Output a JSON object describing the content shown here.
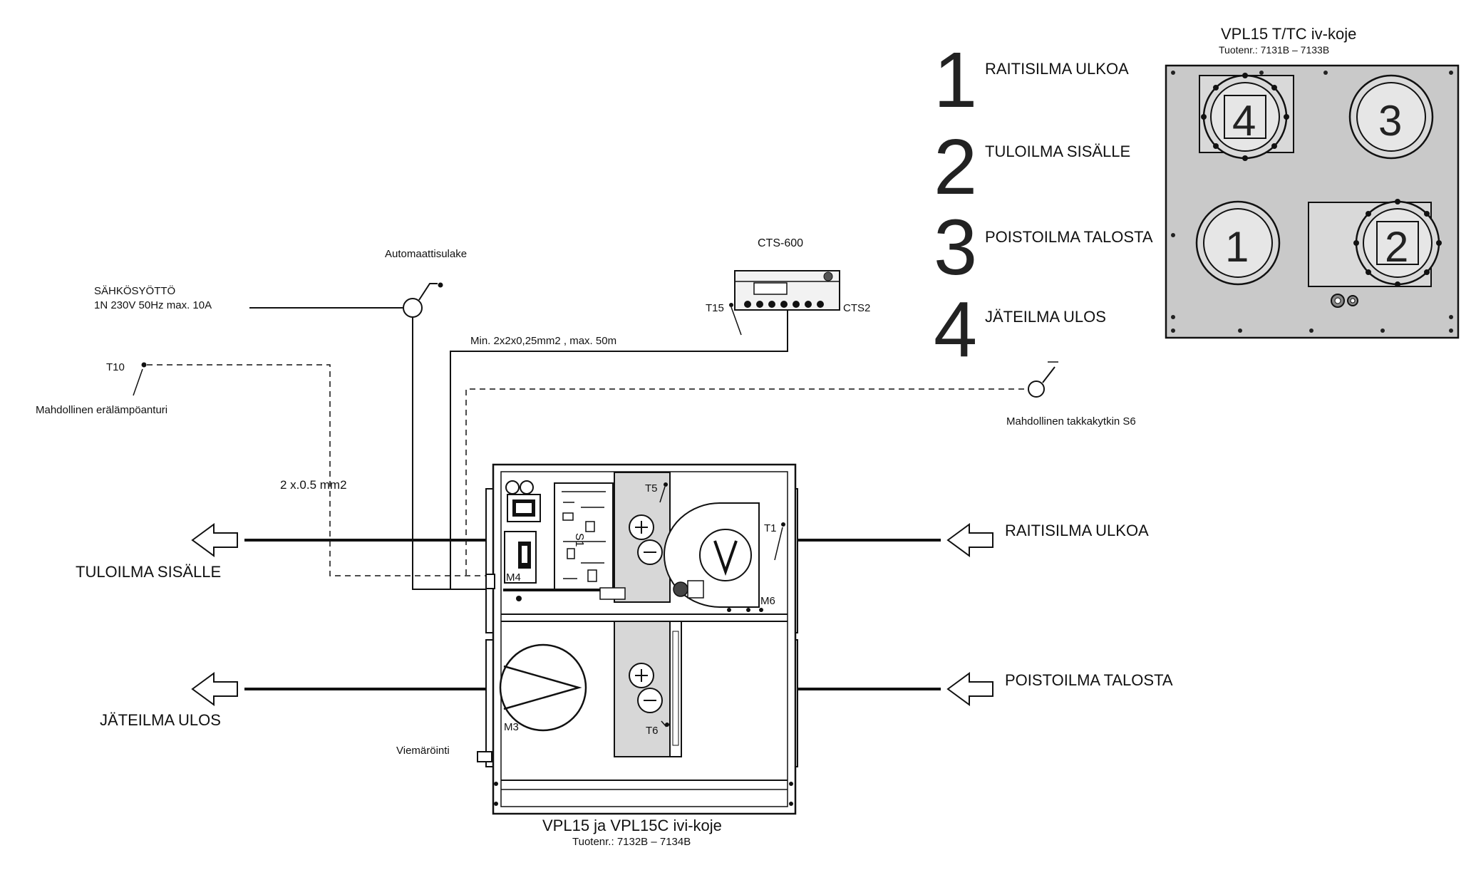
{
  "diagram": {
    "power_supply": {
      "label_1": "SÄHKÖSYÖTTÖ",
      "label_2": "1N 230V 50Hz max. 10A"
    },
    "breaker_label": "Automaattisulake",
    "controller": {
      "model": "CTS-600",
      "sensor_tag": "T15",
      "terminal_tag": "CTS2"
    },
    "controller_cable": "Min. 2x2x0,25mm2 , max. 50m",
    "sensor_t10": {
      "tag": "T10",
      "label": "Mahdollinen erälämpöanturi"
    },
    "sensor_cable": "2 x.0.5 mm2",
    "switch_s6_label": "Mahdollinen takkakytkin S6",
    "airflows": {
      "supply_in": "TULOILMA SISÄLLE",
      "outdoor_air": "RAITISILMA ULKOA",
      "exhaust_out": "JÄTEILMA ULOS",
      "extract_air": "POISTOILMA TALOSTA"
    },
    "component_tags": {
      "t5": "T5",
      "t1": "T1",
      "t6": "T6",
      "m4": "M4",
      "m6": "M6",
      "m3": "M3",
      "s1": "S1"
    },
    "drain_label": "Viemäröinti",
    "unit": {
      "name": "VPL15 ja VPL15C ivi-koje",
      "product_numbers": "Tuotenr.: 7132B – 7134B"
    },
    "legend": [
      {
        "number": "1",
        "label": "RAITISILMA ULKOA"
      },
      {
        "number": "2",
        "label": "TULOILMA SISÄLLE"
      },
      {
        "number": "3",
        "label": "POISTOILMA TALOSTA"
      },
      {
        "number": "4",
        "label": "JÄTEILMA ULOS"
      }
    ],
    "top_view": {
      "name": "VPL15 T/TC iv-koje",
      "product_numbers": "Tuotenr.: 7131B – 7133B",
      "port_4": "4",
      "port_3": "3",
      "port_1": "1",
      "port_2": "2"
    }
  }
}
